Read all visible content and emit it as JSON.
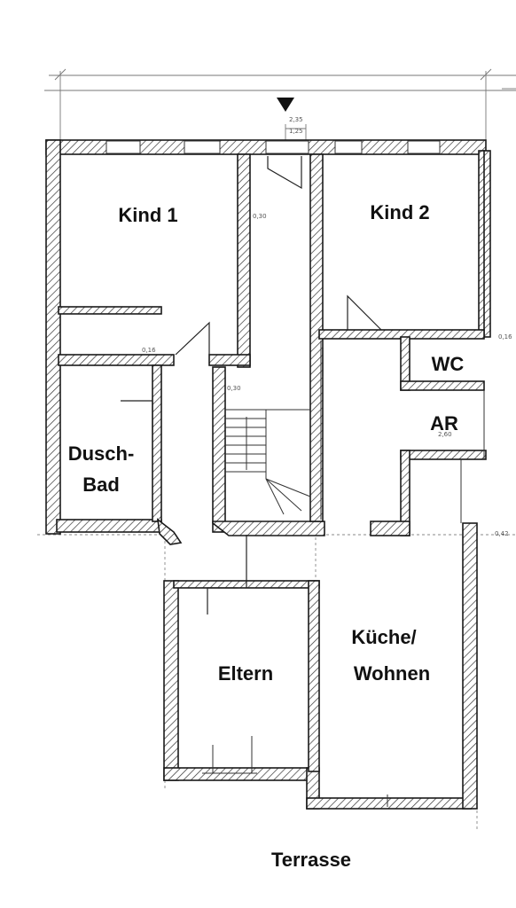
{
  "rooms": {
    "kind1": "Kind 1",
    "kind2": "Kind 2",
    "wc": "WC",
    "ar": "AR",
    "dusch_line1": "Dusch-",
    "dusch_line2": "Bad",
    "eltern": "Eltern",
    "kueche_line1": "Küche/",
    "kueche_line2": "Wohnen",
    "terrasse": "Terrasse"
  },
  "dimensions": {
    "entrance_top": "2,35",
    "entrance_bottom": "1,25",
    "corridor_upper": "0,30",
    "stair": "0,30",
    "kind1_bottom": "0,16",
    "ar_width": "2,60",
    "right_upper": "0,16",
    "right_lower": "0,42"
  },
  "colors": {
    "wall_stroke": "#1a1a1a",
    "label": "#111111"
  },
  "icons": {
    "entrance_marker": "triangle-down-icon"
  }
}
